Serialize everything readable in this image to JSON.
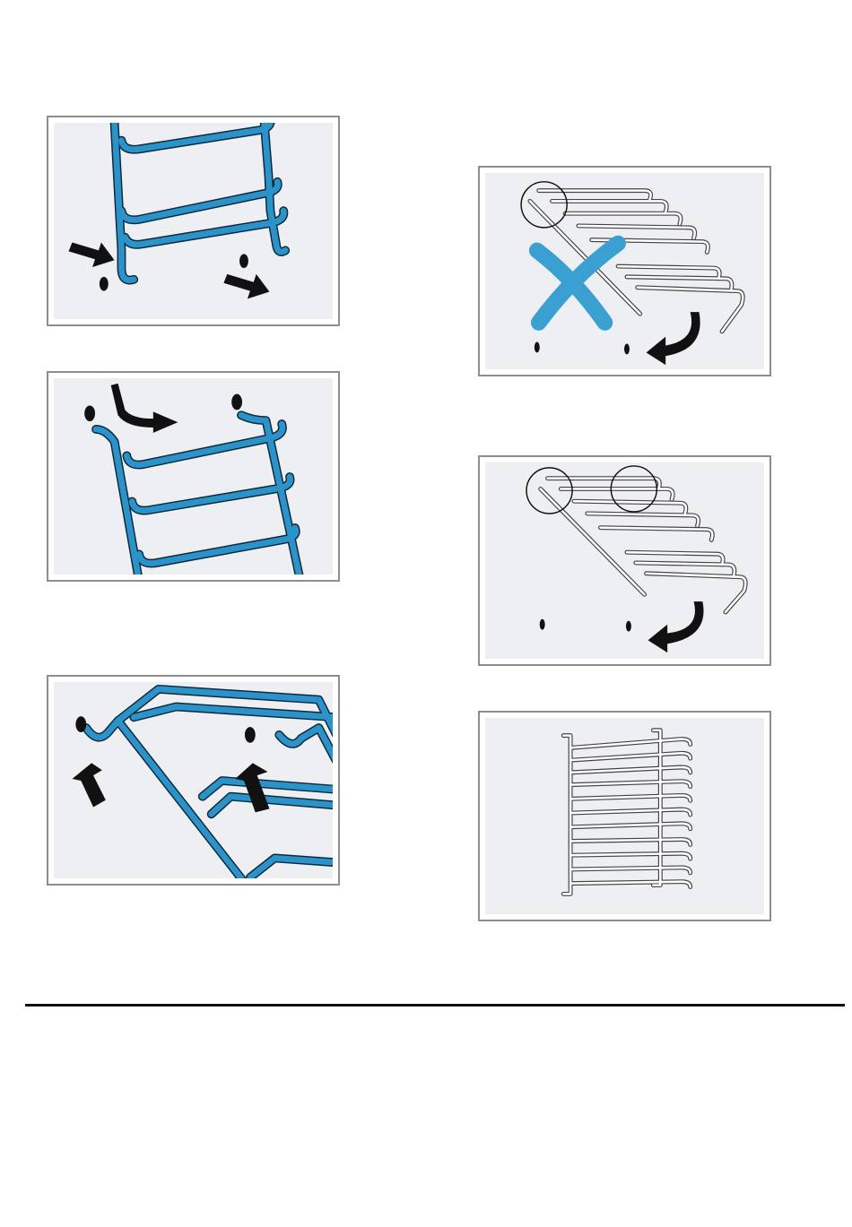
{
  "page": {
    "background": "#ffffff"
  },
  "colors": {
    "panel_border": "#8e8e8e",
    "panel_fill": "#edeff3",
    "rack_blue": "#2b93c9",
    "cross_blue": "#3a9fd1",
    "arrow": "#111111"
  },
  "figures": [
    {
      "id": "remove-rack-step-1",
      "icons": [
        "rack-blue-icon",
        "push-arrow-icon",
        "pull-arrow-icon",
        "hole-icon"
      ]
    },
    {
      "id": "remove-rack-step-2",
      "icons": [
        "rack-blue-icon",
        "curved-arrow-icon",
        "hole-icon"
      ]
    },
    {
      "id": "hook-rack-step-3",
      "icons": [
        "rack-blue-icon",
        "up-arrow-icon",
        "hole-icon"
      ]
    },
    {
      "id": "wrong-orientation",
      "icons": [
        "rack-outline-icon",
        "cross-icon",
        "rotate-arrow-icon",
        "highlight-circle-icon"
      ]
    },
    {
      "id": "correct-orientation",
      "icons": [
        "rack-outline-icon",
        "rotate-arrow-icon",
        "highlight-circle-icon"
      ]
    },
    {
      "id": "rack-fitted",
      "icons": [
        "rack-outline-icon"
      ]
    }
  ]
}
